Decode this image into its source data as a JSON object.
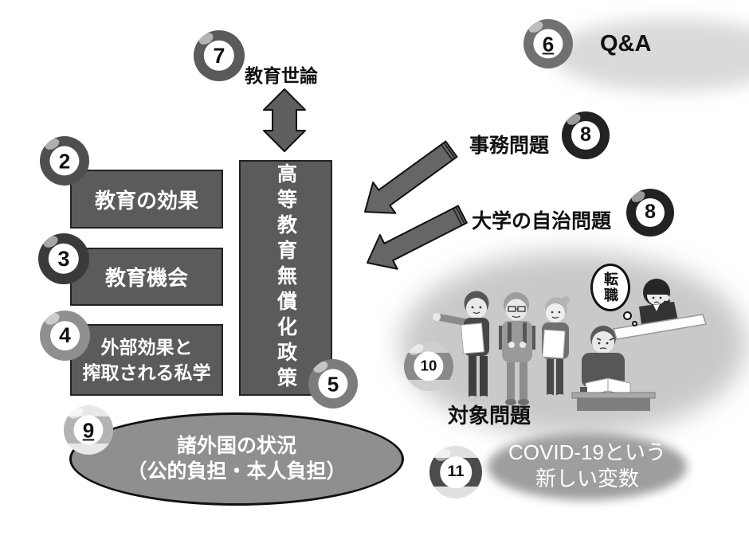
{
  "colors": {
    "background": "#ffffff",
    "box_fill": "#5b5b5b",
    "box_border": "#222222",
    "box_text": "#ffffff",
    "label_text": "#111111",
    "ellipse_fill": "#8f8f8f",
    "arrow_fill": "#666666",
    "double_arrow_fill": "#5f5f5f",
    "qa_halo": "#dadada",
    "illustration_halo": "#c9c9c9",
    "covid_halo": "#9e9e9e",
    "ball_2": "#4f4f4f",
    "ball_3": "#3a3a3a",
    "ball_4": "#8f8f8f",
    "ball_5": "#7c7c7c",
    "ball_6": "#707070",
    "ball_7": "#5a5a5a",
    "ball_8": "#222222",
    "ball_9": "#b3b3b3",
    "ball_10": "#8a8a8a",
    "ball_11": "#4c4c4c"
  },
  "balls": {
    "b2": {
      "number": "2"
    },
    "b3": {
      "number": "3"
    },
    "b4": {
      "number": "4"
    },
    "b5": {
      "number": "5"
    },
    "b6": {
      "number": "6"
    },
    "b7": {
      "number": "7"
    },
    "b8a": {
      "number": "8"
    },
    "b8b": {
      "number": "8"
    },
    "b9": {
      "number": "9"
    },
    "b10": {
      "number": "10"
    },
    "b11": {
      "number": "11"
    }
  },
  "nodes": {
    "public_opinion": {
      "label": "教育世論"
    },
    "edu_effect": {
      "label": "教育の効果"
    },
    "edu_opportunity": {
      "label": "教育機会"
    },
    "external_effect": {
      "line1": "外部効果と",
      "line2": "搾取される私学"
    },
    "policy": {
      "label": "高等教育無償化政策"
    },
    "qa": {
      "label": "Q&A"
    },
    "admin_problem": {
      "label": "事務問題"
    },
    "autonomy_problem": {
      "label": "大学の自治問題"
    },
    "foreign_status": {
      "line1": "諸外国の状況",
      "line2": "（公的負担・本人負担）"
    },
    "target_problem": {
      "label": "対象問題"
    },
    "covid": {
      "line1": "COVID-19という",
      "line2": "新しい変数"
    },
    "speech_bubble": {
      "label": "転職"
    }
  }
}
